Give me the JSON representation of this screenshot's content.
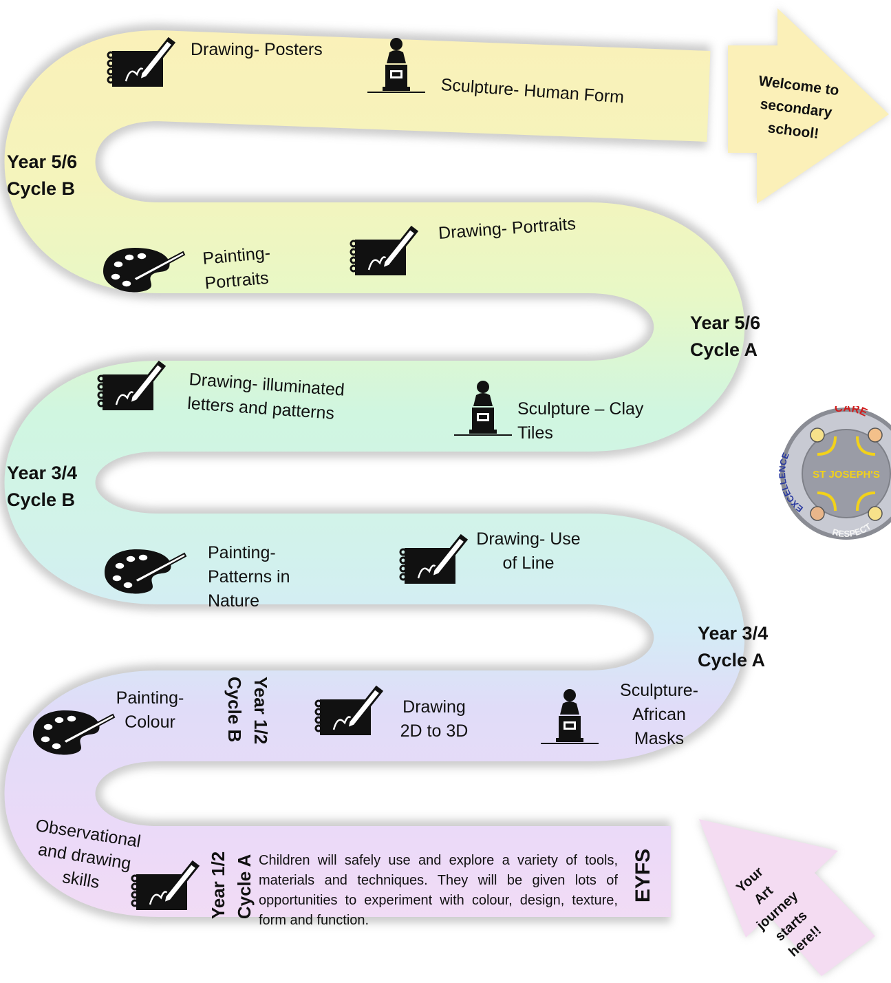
{
  "labels": {
    "drawing_posters": "Drawing- Posters",
    "sculpture_human_form": "Sculpture- Human Form",
    "welcome": [
      "Welcome to",
      "secondary",
      "school!"
    ],
    "year56b": [
      "Year 5/6",
      "Cycle B"
    ],
    "drawing_portraits": "Drawing- Portraits",
    "painting_portraits": [
      "Painting-",
      "Portraits"
    ],
    "year56a": [
      "Year 5/6",
      "Cycle A"
    ],
    "drawing_illuminated": [
      "Drawing- illuminated",
      "letters and patterns"
    ],
    "sculpture_clay": [
      "Sculpture – Clay",
      "Tiles"
    ],
    "year34b": [
      "Year 3/4",
      "Cycle B"
    ],
    "painting_nature": [
      "Painting-",
      "Patterns in",
      "Nature"
    ],
    "drawing_line": [
      "Drawing- Use",
      "of Line"
    ],
    "year34a": [
      "Year 3/4",
      "Cycle A"
    ],
    "painting_colour": [
      "Painting-",
      "Colour"
    ],
    "year12b": [
      "Year 1/2",
      "Cycle B"
    ],
    "drawing_2d3d": [
      "Drawing",
      "2D to 3D"
    ],
    "sculpture_african": [
      "Sculpture-",
      "African",
      "Masks"
    ],
    "observational": [
      "Observational",
      "and drawing",
      "skills"
    ],
    "year12a": [
      "Year 1/2",
      "Cycle A"
    ],
    "eyfs_description": "Children will safely use and explore a variety of tools, materials and techniques. They will be given lots of opportunities to experiment with colour, design, texture, form and function.",
    "eyfs": "EYFS",
    "start": [
      "Your",
      "Art",
      "journey",
      "starts",
      "here!!"
    ]
  },
  "badge": {
    "top_word": "CARE",
    "left_word": "EXCELLENCE",
    "bottom_word": "RESPECT",
    "center_text": "ST JOSEPH'S"
  },
  "icons": [
    "sketchbook-icon",
    "sculpture-bust-icon",
    "paint-palette-icon"
  ],
  "colors": {
    "band_yellow": "#fbf0b8",
    "band_lime": "#eef8c2",
    "band_mint": "#d2f6e2",
    "band_cyan": "#d4f0f4",
    "band_lavender": "#e4dcf6",
    "band_pink": "#f2dcf4",
    "shadow": "#cfcfcf"
  }
}
